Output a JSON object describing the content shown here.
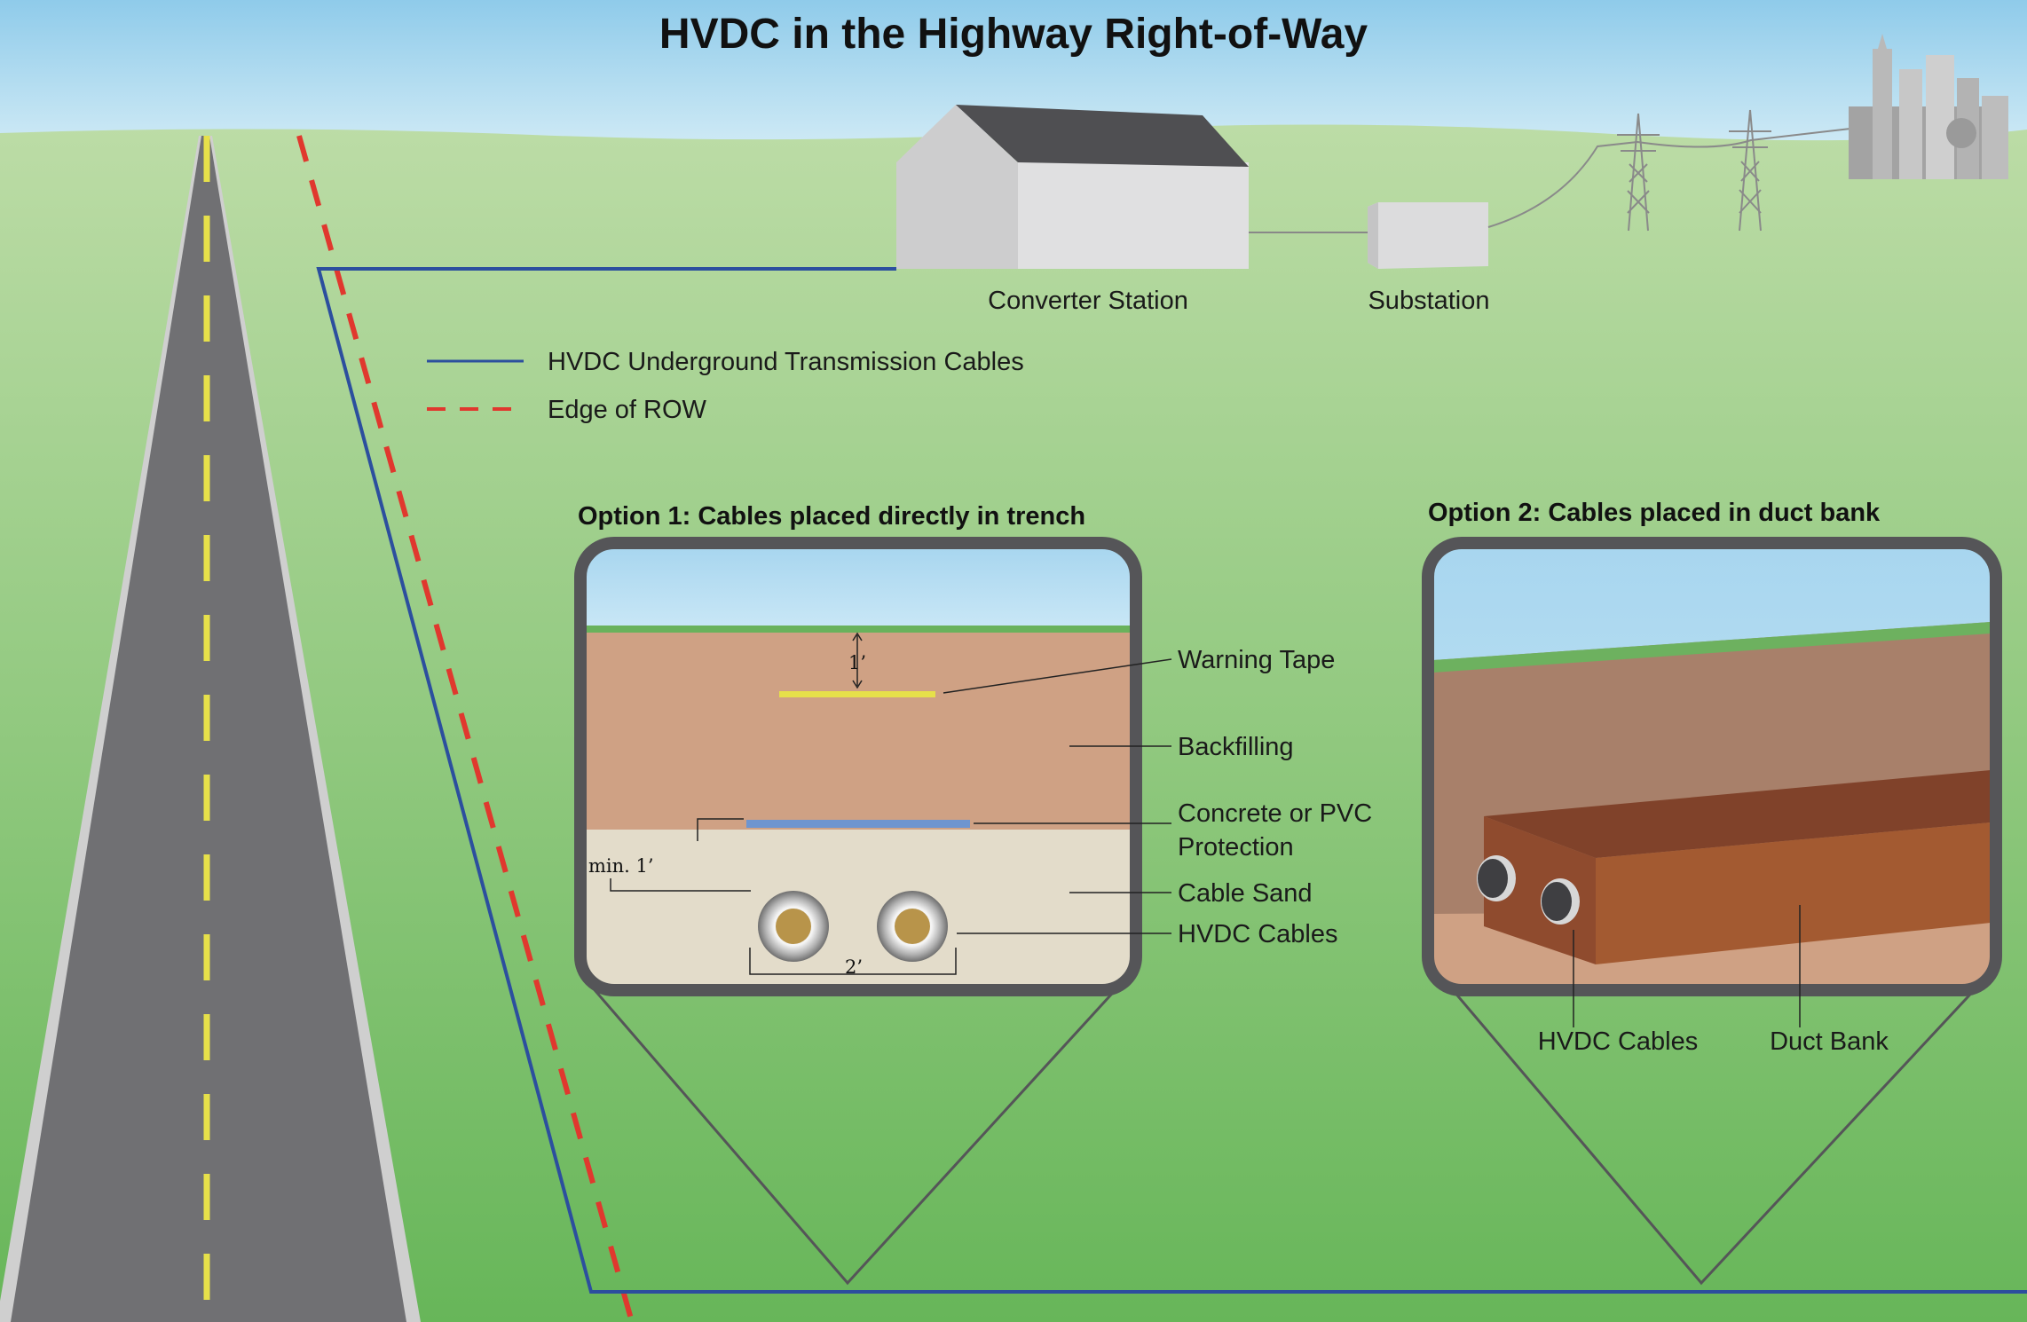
{
  "title": "HVDC in the Highway Right-of-Way",
  "facilities": {
    "converter_station": "Converter Station",
    "substation": "Substation"
  },
  "legend": {
    "cables": "HVDC Underground Transmission Cables",
    "row_edge": "Edge of ROW"
  },
  "option1": {
    "title": "Option 1: Cables placed directly in trench",
    "labels": {
      "warning_tape": "Warning Tape",
      "backfilling": "Backfilling",
      "protection_line1": "Concrete or PVC",
      "protection_line2": "Protection",
      "cable_sand": "Cable Sand",
      "hvdc_cables": "HVDC Cables"
    },
    "dimensions": {
      "tape_depth": "1’",
      "min_cover": "min. 1’",
      "cable_spacing": "2’"
    }
  },
  "option2": {
    "title": "Option 2: Cables placed in duct bank",
    "labels": {
      "hvdc_cables": "HVDC Cables",
      "duct_bank": "Duct Bank"
    }
  },
  "colors": {
    "cable_line": "#2c4f9e",
    "row_edge": "#e0382e",
    "warning_tape": "#e6e04a",
    "protection": "#6f95cf",
    "backfill": "#cfa184",
    "cable_sand": "#e3dcca",
    "duct_bank": "#a35a31",
    "frame": "#555558"
  }
}
